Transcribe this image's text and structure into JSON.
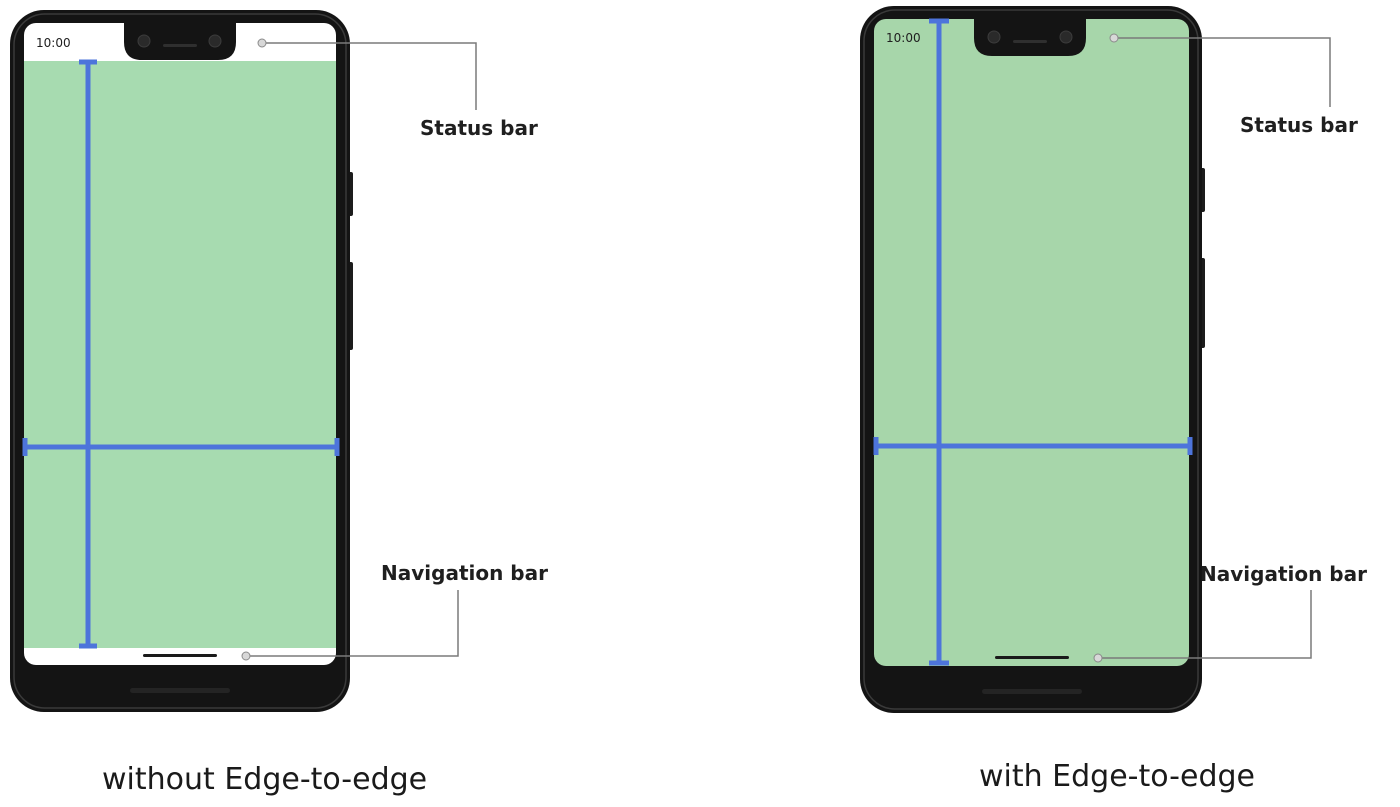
{
  "colors": {
    "app_area": "#a7dbb0",
    "system_bar_background": "#ffffff",
    "phone_frame": "#141414",
    "measure_line": "#4d74db",
    "callout_line": "#7a7a7a",
    "caption_text": "#1a1a1a"
  },
  "left_phone": {
    "time": "10:00",
    "status_bar_label": "Status bar",
    "navigation_bar_label": "Navigation bar",
    "caption": "without Edge-to-edge"
  },
  "right_phone": {
    "time": "10:00",
    "status_bar_label": "Status bar",
    "navigation_bar_label": "Navigation bar",
    "caption": "with Edge-to-edge"
  }
}
